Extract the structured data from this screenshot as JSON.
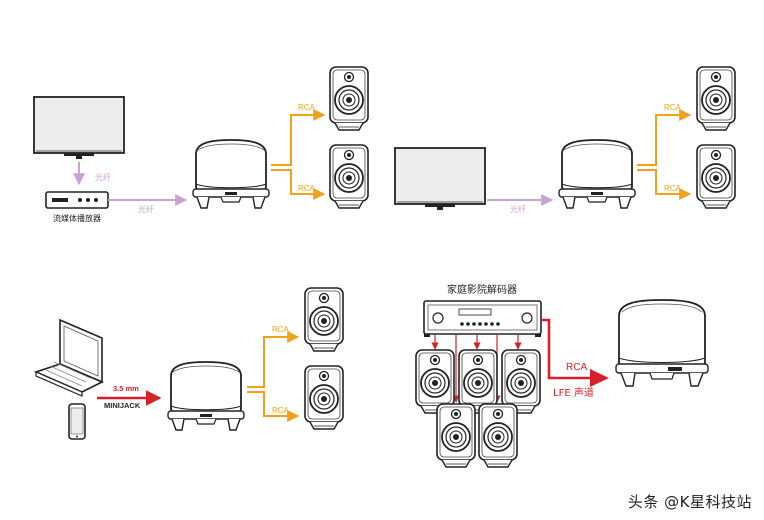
{
  "colors": {
    "optical": "#c9a3d3",
    "rca": "#f0a21c",
    "red": "#d8202a",
    "device_fill": "#ffffff",
    "device_stroke": "#222222",
    "screen": "#ededed",
    "text": "#222222"
  },
  "diagram_top_left": {
    "player_label": "流媒体播放器",
    "optical_vertical_label": "光纤",
    "optical_label": "光纤",
    "rca_top_label": "RCA",
    "rca_bottom_label": "RCA"
  },
  "diagram_top_right": {
    "optical_label": "光纤",
    "rca_top_label": "RCA",
    "rca_bottom_label": "RCA"
  },
  "diagram_bottom_left": {
    "input_label_top": "3.5 mm",
    "input_label_bottom": "MINIJACK",
    "rca_top_label": "RCA",
    "rca_bottom_label": "RCA"
  },
  "diagram_bottom_right": {
    "receiver_label": "家庭影院解码器",
    "rca_label": "RCA",
    "lfe_label": "LFE 声道"
  },
  "watermark": "头条 @K星科技站",
  "icons": [
    "tv-icon",
    "streaming-player-icon",
    "subwoofer-icon",
    "speaker-icon",
    "laptop-icon",
    "phone-icon",
    "av-receiver-icon"
  ]
}
